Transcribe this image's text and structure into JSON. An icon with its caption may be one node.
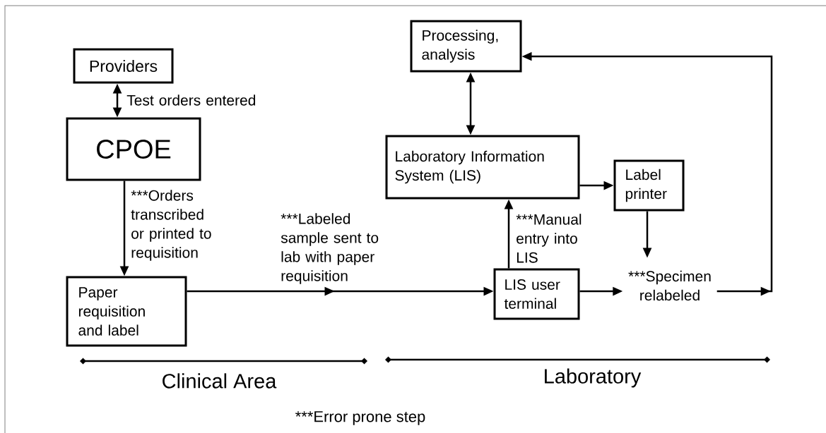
{
  "diagram": {
    "nodes": [
      {
        "text": [
          "Providers"
        ]
      },
      {
        "text": [
          "CPOE"
        ]
      },
      {
        "text": [
          "Paper requisition and label"
        ]
      },
      {
        "text": [
          "Processing, analysis"
        ]
      },
      {
        "text": [
          "Laboratory Information System (LIS)"
        ]
      },
      {
        "text": [
          "Label printer"
        ]
      },
      {
        "text": [
          "LIS user terminal"
        ]
      },
      {
        "text": [
          "***Specimen relabeled"
        ]
      }
    ],
    "edges": [
      {
        "from": 0,
        "to": 1,
        "arrow": "both",
        "label": "Test orders entered"
      },
      {
        "from": 1,
        "to": 2,
        "arrow": "to",
        "label": "***Orders transcribed or printed to requisition"
      },
      {
        "from": 2,
        "to": 6,
        "arrow": "to",
        "label": "***Labeled sample sent to lab with paper requisition"
      },
      {
        "from": 3,
        "to": 4,
        "arrow": "both"
      },
      {
        "from": 4,
        "to": 5,
        "arrow": "to"
      },
      {
        "from": 6,
        "to": 4,
        "arrow": "to",
        "label": "***Manual entry into LIS"
      },
      {
        "from": 5,
        "to": 7,
        "arrow": "to"
      },
      {
        "from": 6,
        "to": 7,
        "arrow": "to"
      },
      {
        "from": 7,
        "to": 3,
        "arrow": "to"
      }
    ],
    "labels": [
      "Clinical Area",
      "Laboratory",
      "***Error prone step"
    ]
  }
}
